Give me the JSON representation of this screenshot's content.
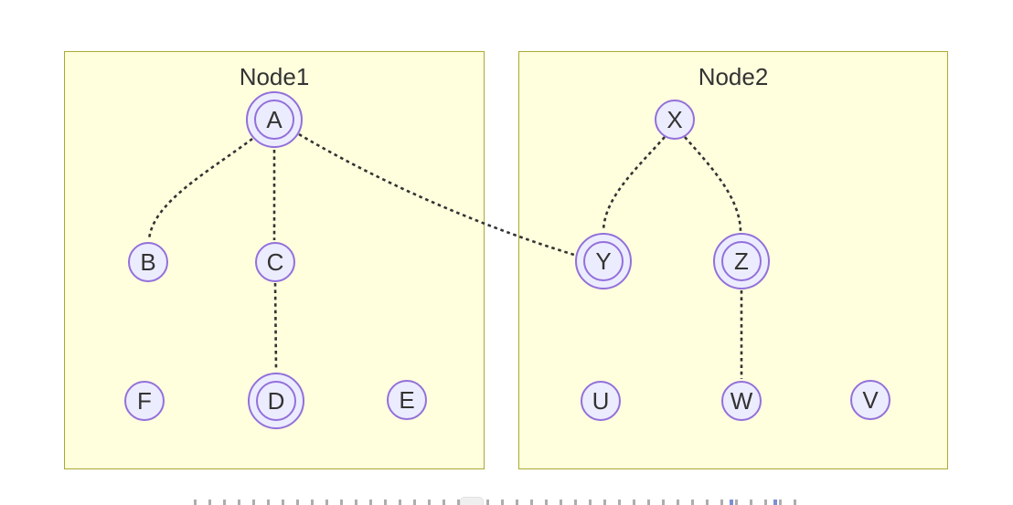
{
  "diagram": {
    "type": "flowchart-graph",
    "clusters": [
      {
        "title": "Node1",
        "nodes": [
          "A",
          "B",
          "C",
          "D",
          "E",
          "F"
        ]
      },
      {
        "title": "Node2",
        "nodes": [
          "X",
          "Y",
          "Z",
          "U",
          "W",
          "V"
        ]
      }
    ],
    "nodes": {
      "A": {
        "label": "A",
        "shape": "doublecircle"
      },
      "B": {
        "label": "B",
        "shape": "circle"
      },
      "C": {
        "label": "C",
        "shape": "circle"
      },
      "D": {
        "label": "D",
        "shape": "doublecircle"
      },
      "E": {
        "label": "E",
        "shape": "circle"
      },
      "F": {
        "label": "F",
        "shape": "circle"
      },
      "X": {
        "label": "X",
        "shape": "circle"
      },
      "Y": {
        "label": "Y",
        "shape": "doublecircle"
      },
      "Z": {
        "label": "Z",
        "shape": "doublecircle"
      },
      "U": {
        "label": "U",
        "shape": "circle"
      },
      "W": {
        "label": "W",
        "shape": "circle"
      },
      "V": {
        "label": "V",
        "shape": "circle"
      }
    },
    "edges": [
      {
        "from": "A",
        "to": "B",
        "style": "dotted"
      },
      {
        "from": "A",
        "to": "C",
        "style": "dotted"
      },
      {
        "from": "A",
        "to": "Y",
        "style": "dotted"
      },
      {
        "from": "C",
        "to": "D",
        "style": "dotted"
      },
      {
        "from": "X",
        "to": "Y",
        "style": "dotted"
      },
      {
        "from": "X",
        "to": "Z",
        "style": "dotted"
      },
      {
        "from": "Z",
        "to": "W",
        "style": "dotted"
      }
    ],
    "colors": {
      "cluster_fill": "#ffffde",
      "cluster_border": "#aaaa33",
      "node_fill": "#ececff",
      "node_border": "#9370db",
      "edge": "#333333",
      "text": "#333333"
    }
  }
}
